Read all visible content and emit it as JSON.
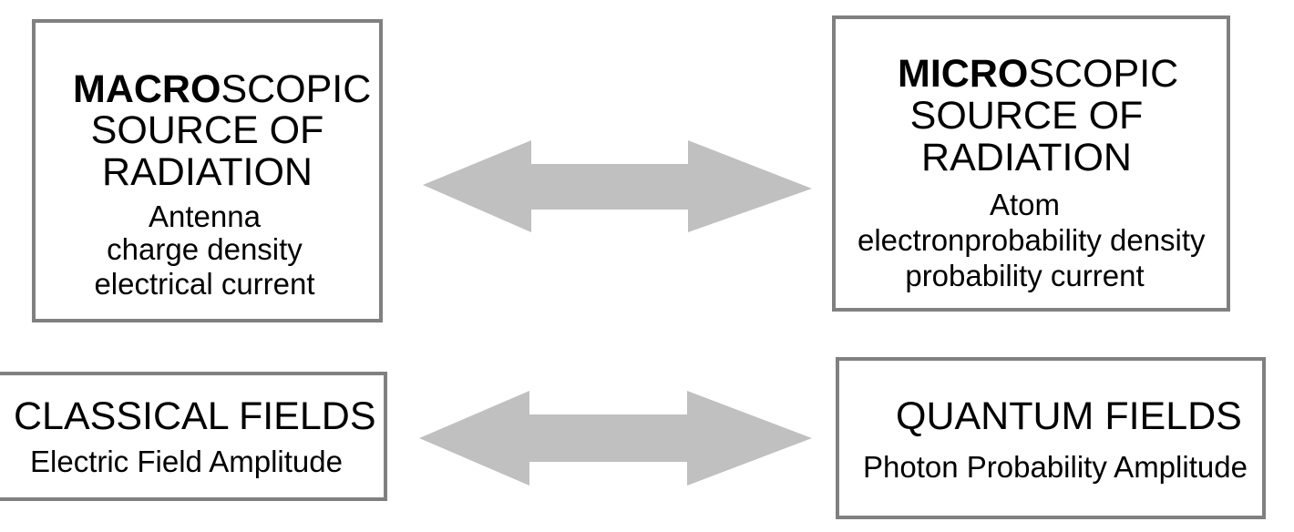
{
  "colors": {
    "box_border": "#808080",
    "arrow_fill": "#c0c0c0",
    "text": "#000000",
    "background": "#ffffff"
  },
  "macro_box": {
    "title_bold": "MACRO",
    "title_rest": "SCOPIC",
    "title_line2": "SOURCE OF",
    "title_line3": "RADIATION",
    "detail_line1": "Antenna",
    "detail_line2": "charge density",
    "detail_line3": "electrical current"
  },
  "micro_box": {
    "title_bold": "MICRO",
    "title_rest": "SCOPIC",
    "title_line2": "SOURCE OF",
    "title_line3": "RADIATION",
    "detail_line1": "Atom",
    "detail_line2": "electronprobability density",
    "detail_line3": "probability current"
  },
  "classical_box": {
    "title": "CLASSICAL FIELDS",
    "detail": "Electric Field Amplitude"
  },
  "quantum_box": {
    "title": "QUANTUM FIELDS",
    "detail": "Photon Probability Amplitude"
  }
}
